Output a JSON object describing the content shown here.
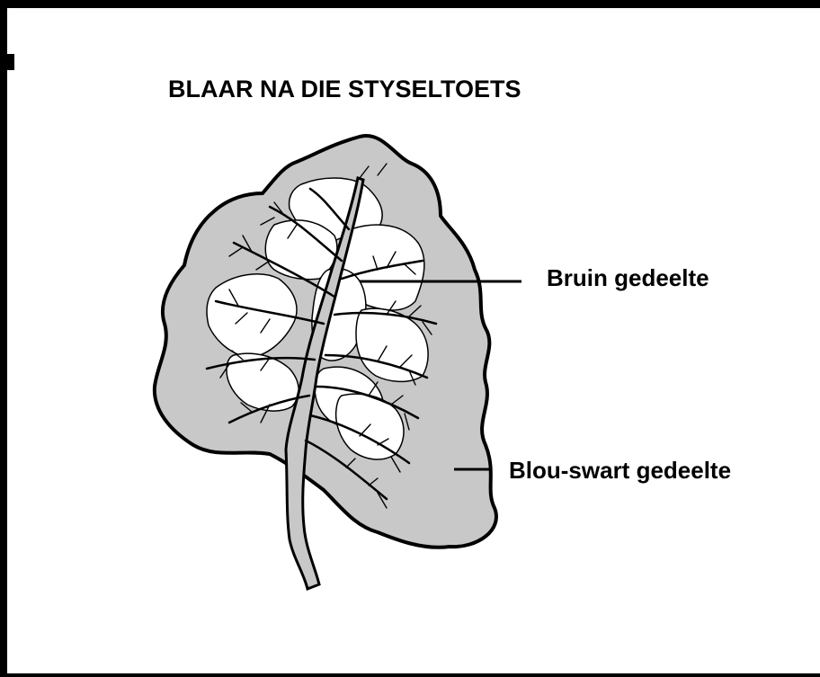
{
  "diagram": {
    "title": "BLAAR NA DIE STYSELTOETS",
    "labels": {
      "brown_part": "Bruin gedeelte",
      "blue_black_part": "Blou-swart gedeelte"
    },
    "colors": {
      "stained_region": "#c8c8c8",
      "unstained_region": "#ffffff",
      "outline": "#000000"
    }
  }
}
